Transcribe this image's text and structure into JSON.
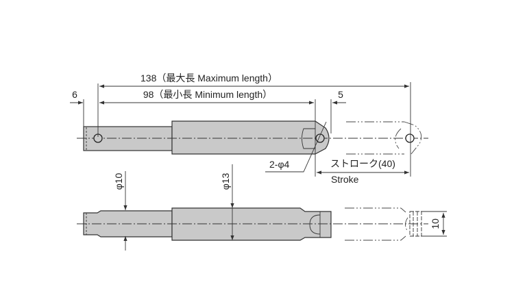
{
  "dimensions": {
    "max_length": "138（最大長 Maximum length）",
    "min_length": "98（最小長 Minimum length）",
    "left_offset": "6",
    "right_offset": "5",
    "hole": "2-φ4",
    "stroke_jp": "ストローク(40)",
    "stroke_en": "Stroke",
    "rod_diameter": "φ10",
    "body_diameter": "φ13",
    "end_width": "10"
  },
  "colors": {
    "part_fill": "#c9c9c9",
    "line": "#333333"
  }
}
